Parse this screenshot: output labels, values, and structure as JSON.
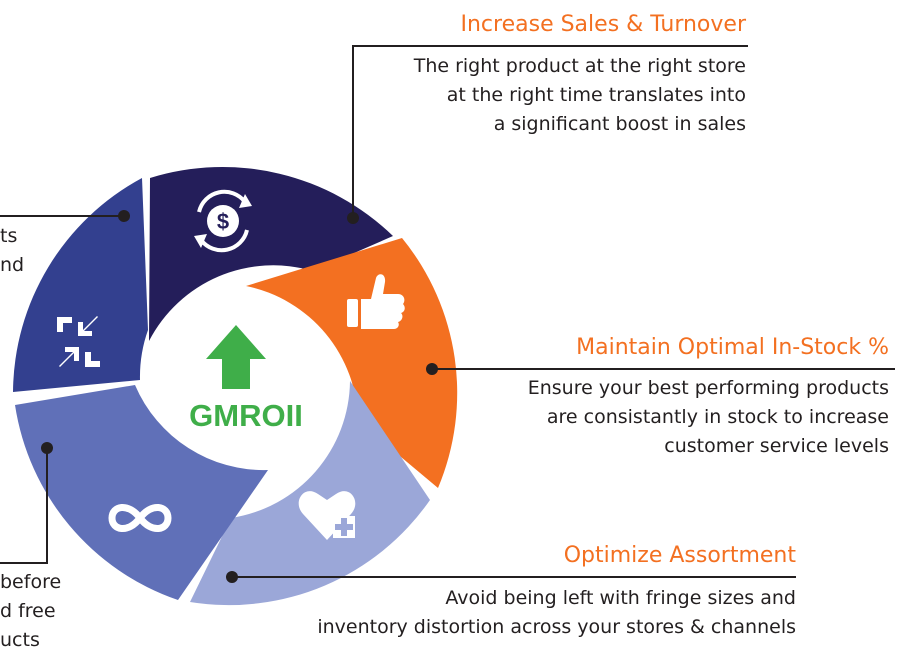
{
  "hub": {
    "label": "GMROII",
    "icon": "up-arrow-icon",
    "color": "#3fae49"
  },
  "colors": {
    "accent": "#f37021",
    "navy": "#241e5a",
    "blue": "#33408f",
    "periwinkle": "#6070b8",
    "lavender": "#9ba7d8",
    "text": "#231f20"
  },
  "segments": [
    {
      "id": "increase-sales",
      "icon": "dollar-refresh-icon",
      "color": "#241e5a",
      "title": "Increase Sales & Turnover",
      "lines": [
        "The right product at the right store",
        "at the right time translates into",
        "a significant boost in sales"
      ]
    },
    {
      "id": "in-stock",
      "icon": "thumbs-up-icon",
      "color": "#f37021",
      "title": "Maintain Optimal In-Stock %",
      "lines": [
        "Ensure your best performing products",
        "are consistantly in stock to increase",
        "customer service levels"
      ]
    },
    {
      "id": "optimize-assortment",
      "icon": "heart-plus-icon",
      "color": "#9ba7d8",
      "title": "Optimize Assortment",
      "lines": [
        "Avoid being left with fringe sizes and",
        "inventory distortion across your stores & channels"
      ]
    },
    {
      "id": "lifecycle",
      "icon": "infinity-icon",
      "color": "#6070b8",
      "lines": [
        "before",
        "d free",
        "ucts"
      ]
    },
    {
      "id": "consolidate",
      "icon": "compress-arrows-icon",
      "color": "#33408f",
      "lines": [
        "ts",
        "nd"
      ]
    }
  ]
}
